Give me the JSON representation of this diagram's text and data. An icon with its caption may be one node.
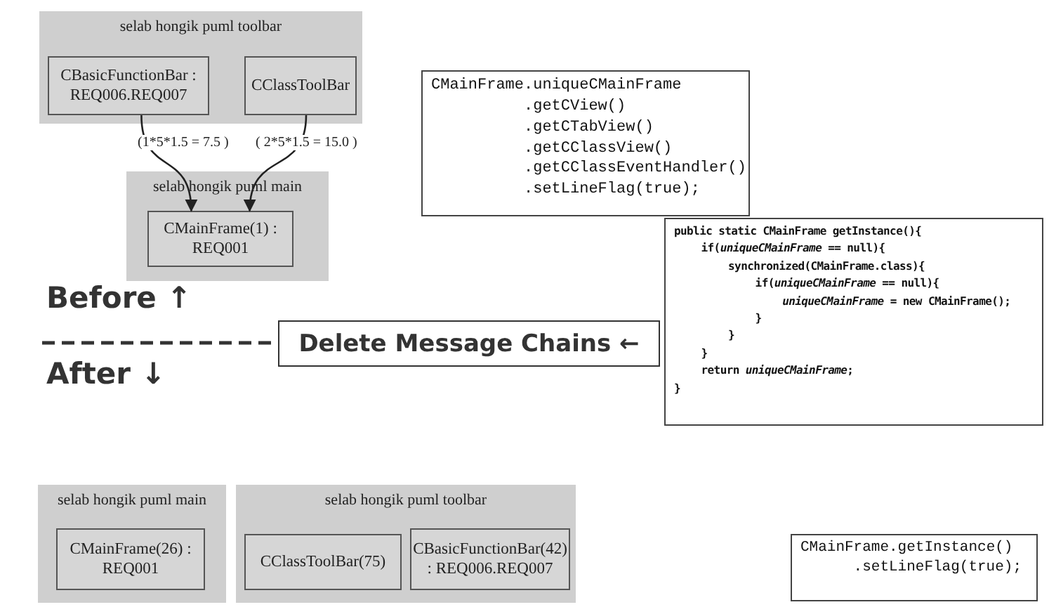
{
  "diagram": {
    "nodes": [
      {
        "text": [
          "selab hongik puml toolbar"
        ]
      },
      {
        "text": [
          "CBasicFunctionBar : REQ006.REQ007"
        ],
        "in": 0
      },
      {
        "text": [
          "CClassToolBar"
        ],
        "in": 0
      },
      {
        "text": [
          "selab hongik puml main"
        ]
      },
      {
        "text": [
          "CMainFrame(1) : REQ001"
        ],
        "in": 3
      },
      {
        "text": [
          "CMainFrame.uniqueCMainFrame",
          ".getCView()",
          ".getCTabView()",
          ".getCClassView()",
          ".getCClassEventHandler()",
          ".setLineFlag(true);"
        ]
      },
      {
        "text": [
          "Delete Message Chains ←"
        ]
      },
      {
        "text": [
          "public static CMainFrame getInstance(){",
          "if(*uniqueCMainFrame* == null){",
          "synchronized(CMainFrame.class){",
          "if(*uniqueCMainFrame* == null){",
          "*uniqueCMainFrame* = new CMainFrame();",
          "}",
          "}",
          "}",
          "return *uniqueCMainFrame*;",
          "}"
        ]
      },
      {
        "text": [
          "selab hongik puml main"
        ]
      },
      {
        "text": [
          "CMainFrame(26) : REQ001"
        ],
        "in": 8
      },
      {
        "text": [
          "selab hongik puml toolbar"
        ]
      },
      {
        "text": [
          "CClassToolBar(75)"
        ],
        "in": 10
      },
      {
        "text": [
          "CBasicFunctionBar(42) : REQ006.REQ007"
        ],
        "in": 10
      },
      {
        "text": [
          "CMainFrame.getInstance()",
          ".setLineFlag(true);"
        ]
      }
    ],
    "edges": [
      {
        "from": 1,
        "to": 4,
        "arrow": "to",
        "label": "(1*5*1.5 = 7.5 )"
      },
      {
        "from": 2,
        "to": 4,
        "arrow": "to",
        "label": "( 2*5*1.5 = 15.0 )"
      }
    ],
    "labels": [
      "Before ↑",
      "After ↓"
    ]
  }
}
